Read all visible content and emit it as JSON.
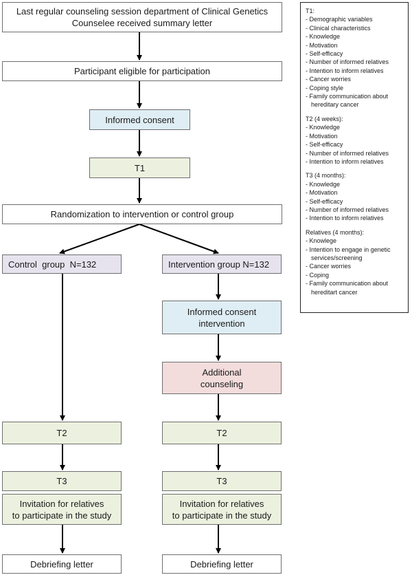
{
  "flow": {
    "start_line1": "Last regular counseling session department of Clinical Genetics",
    "start_line2": "Counselee received summary letter",
    "eligible": "Participant eligible for participation",
    "consent": "Informed consent",
    "t1": "T1",
    "randomization": "Randomization to intervention or control group",
    "control": {
      "group": "Control  group  N=132",
      "t2": "T2",
      "t3": "T3",
      "invite_line1": "Invitation for relatives",
      "invite_line2": "to participate in the study",
      "debrief": "Debriefing letter"
    },
    "intervention": {
      "group": "Intervention group N=132",
      "consent_line1": "Informed consent",
      "consent_line2": "intervention",
      "counseling_line1": "Additional",
      "counseling_line2": "counseling",
      "t2": "T2",
      "t3": "T3",
      "invite_line1": "Invitation for relatives",
      "invite_line2": "to participate in the study",
      "debrief": "Debriefing letter"
    }
  },
  "measures": {
    "t1": {
      "title": "T1:",
      "items": [
        "Demographic variables",
        "Clinical characteristics",
        "Knowledge",
        "Motivation",
        "Self-efficacy",
        "Number of informed relatives",
        "Intention to inform relatives",
        "Cancer worries",
        "Coping style",
        "Family communication about hereditary cancer"
      ]
    },
    "t2": {
      "title": "T2 (4 weeks):",
      "items": [
        "Knowledge",
        "Motivation",
        "Self-efficacy",
        "Number of informed relatives",
        "Intention to inform relatives"
      ]
    },
    "t3": {
      "title": "T3 (4 months):",
      "items": [
        "Knowledge",
        "Motivation",
        "Self-efficacy",
        "Number of informed relatives",
        "Intention to inform relatives"
      ]
    },
    "relatives": {
      "title": "Relatives (4 months):",
      "items": [
        "Knowlege",
        "Intention to engage in genetic services/screening",
        "Cancer worries",
        "Coping",
        "Family communication about hereditart cancer"
      ]
    }
  },
  "colors": {
    "border": "#6e6e6e",
    "blue": "#dfeef4",
    "green": "#ecf1df",
    "purple": "#e6e3ee",
    "pink": "#f3dcdc",
    "arrow": "#000000"
  }
}
